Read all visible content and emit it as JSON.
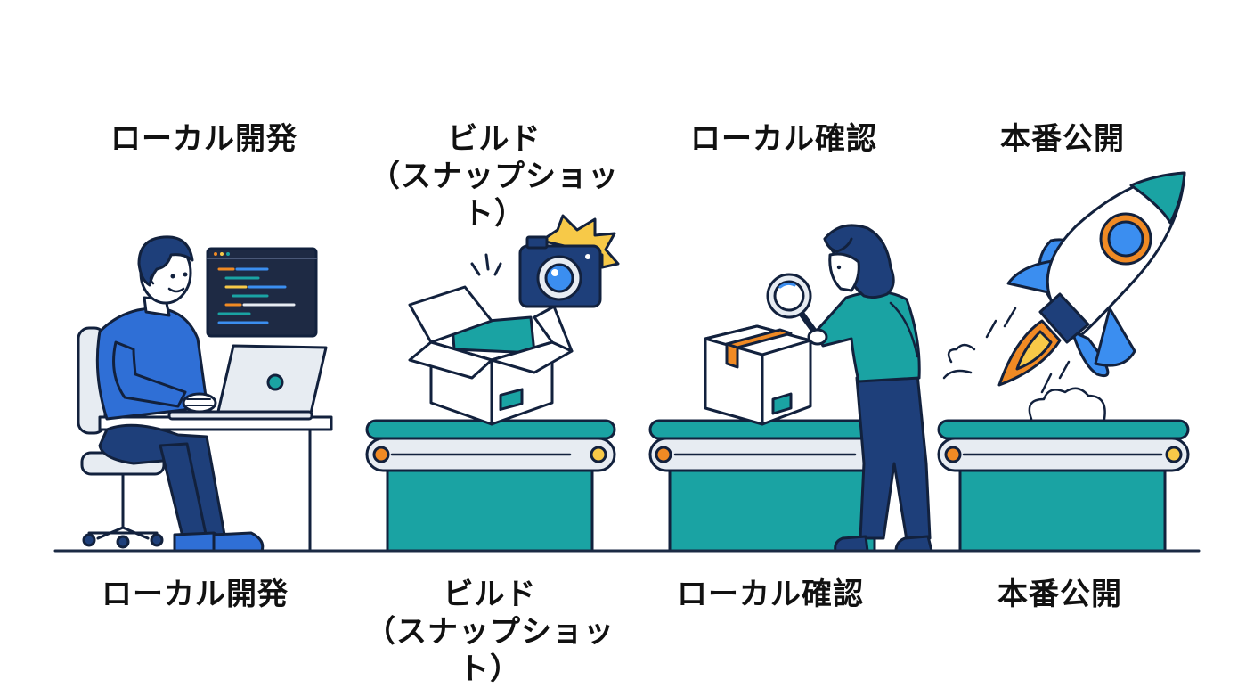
{
  "colors": {
    "outline": "#12213d",
    "teal": "#1aa3a3",
    "dark_teal": "#137f86",
    "blue": "#2f6fd6",
    "navy": "#1e3f7a",
    "orange": "#f08a24",
    "yellow": "#f7c948",
    "light_gray": "#e7ecf2",
    "ground": "#1b2a44"
  },
  "steps": [
    {
      "id": "local-dev",
      "top_label": [
        "ローカル開発"
      ],
      "bottom_label": [
        "ローカル開発"
      ],
      "icon": "developer-at-laptop-icon"
    },
    {
      "id": "build",
      "top_label": [
        "ビルド",
        "（スナップショット）"
      ],
      "bottom_label": [
        "ビルド",
        "（スナップショット）"
      ],
      "icon": "box-and-camera-icon"
    },
    {
      "id": "local-check",
      "top_label": [
        "ローカル確認"
      ],
      "bottom_label": [
        "ローカル確認"
      ],
      "icon": "inspector-with-magnifier-icon"
    },
    {
      "id": "production",
      "top_label": [
        "本番公開"
      ],
      "bottom_label": [
        "本番公開"
      ],
      "icon": "rocket-launch-icon"
    }
  ]
}
